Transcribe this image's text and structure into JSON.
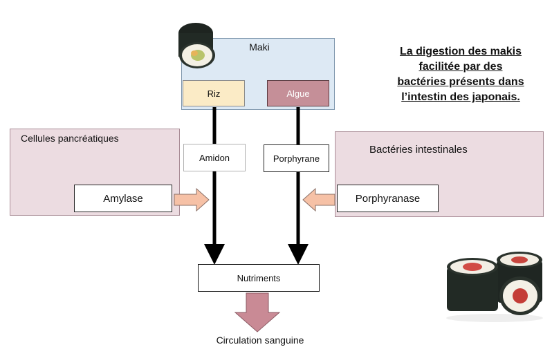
{
  "title_lines": [
    "La digestion des makis",
    "facilitée par des",
    "bactéries présents dans",
    "l’intestin des japonais."
  ],
  "maki": {
    "label": "Maki",
    "riz": "Riz",
    "algue": "Algue"
  },
  "pancreas": {
    "label": "Cellules pancréatiques",
    "enzyme": "Amylase"
  },
  "bacteria": {
    "label": "Bactéries intestinales",
    "enzyme": "Porphyranase"
  },
  "substrates": {
    "amidon": "Amidon",
    "porphyrane": "Porphyrane"
  },
  "nutriments": "Nutriments",
  "circulation": "Circulation sanguine",
  "colors": {
    "panel_blue": "#dde9f4",
    "panel_pink": "#ecdce1",
    "riz": "#fbebc6",
    "algue": "#c58f98",
    "enzyme_arrow": "#f6c1a6",
    "blood_arrow": "#c98a95"
  },
  "icons": [
    "maki-roll-image",
    "maki-pair-image"
  ]
}
